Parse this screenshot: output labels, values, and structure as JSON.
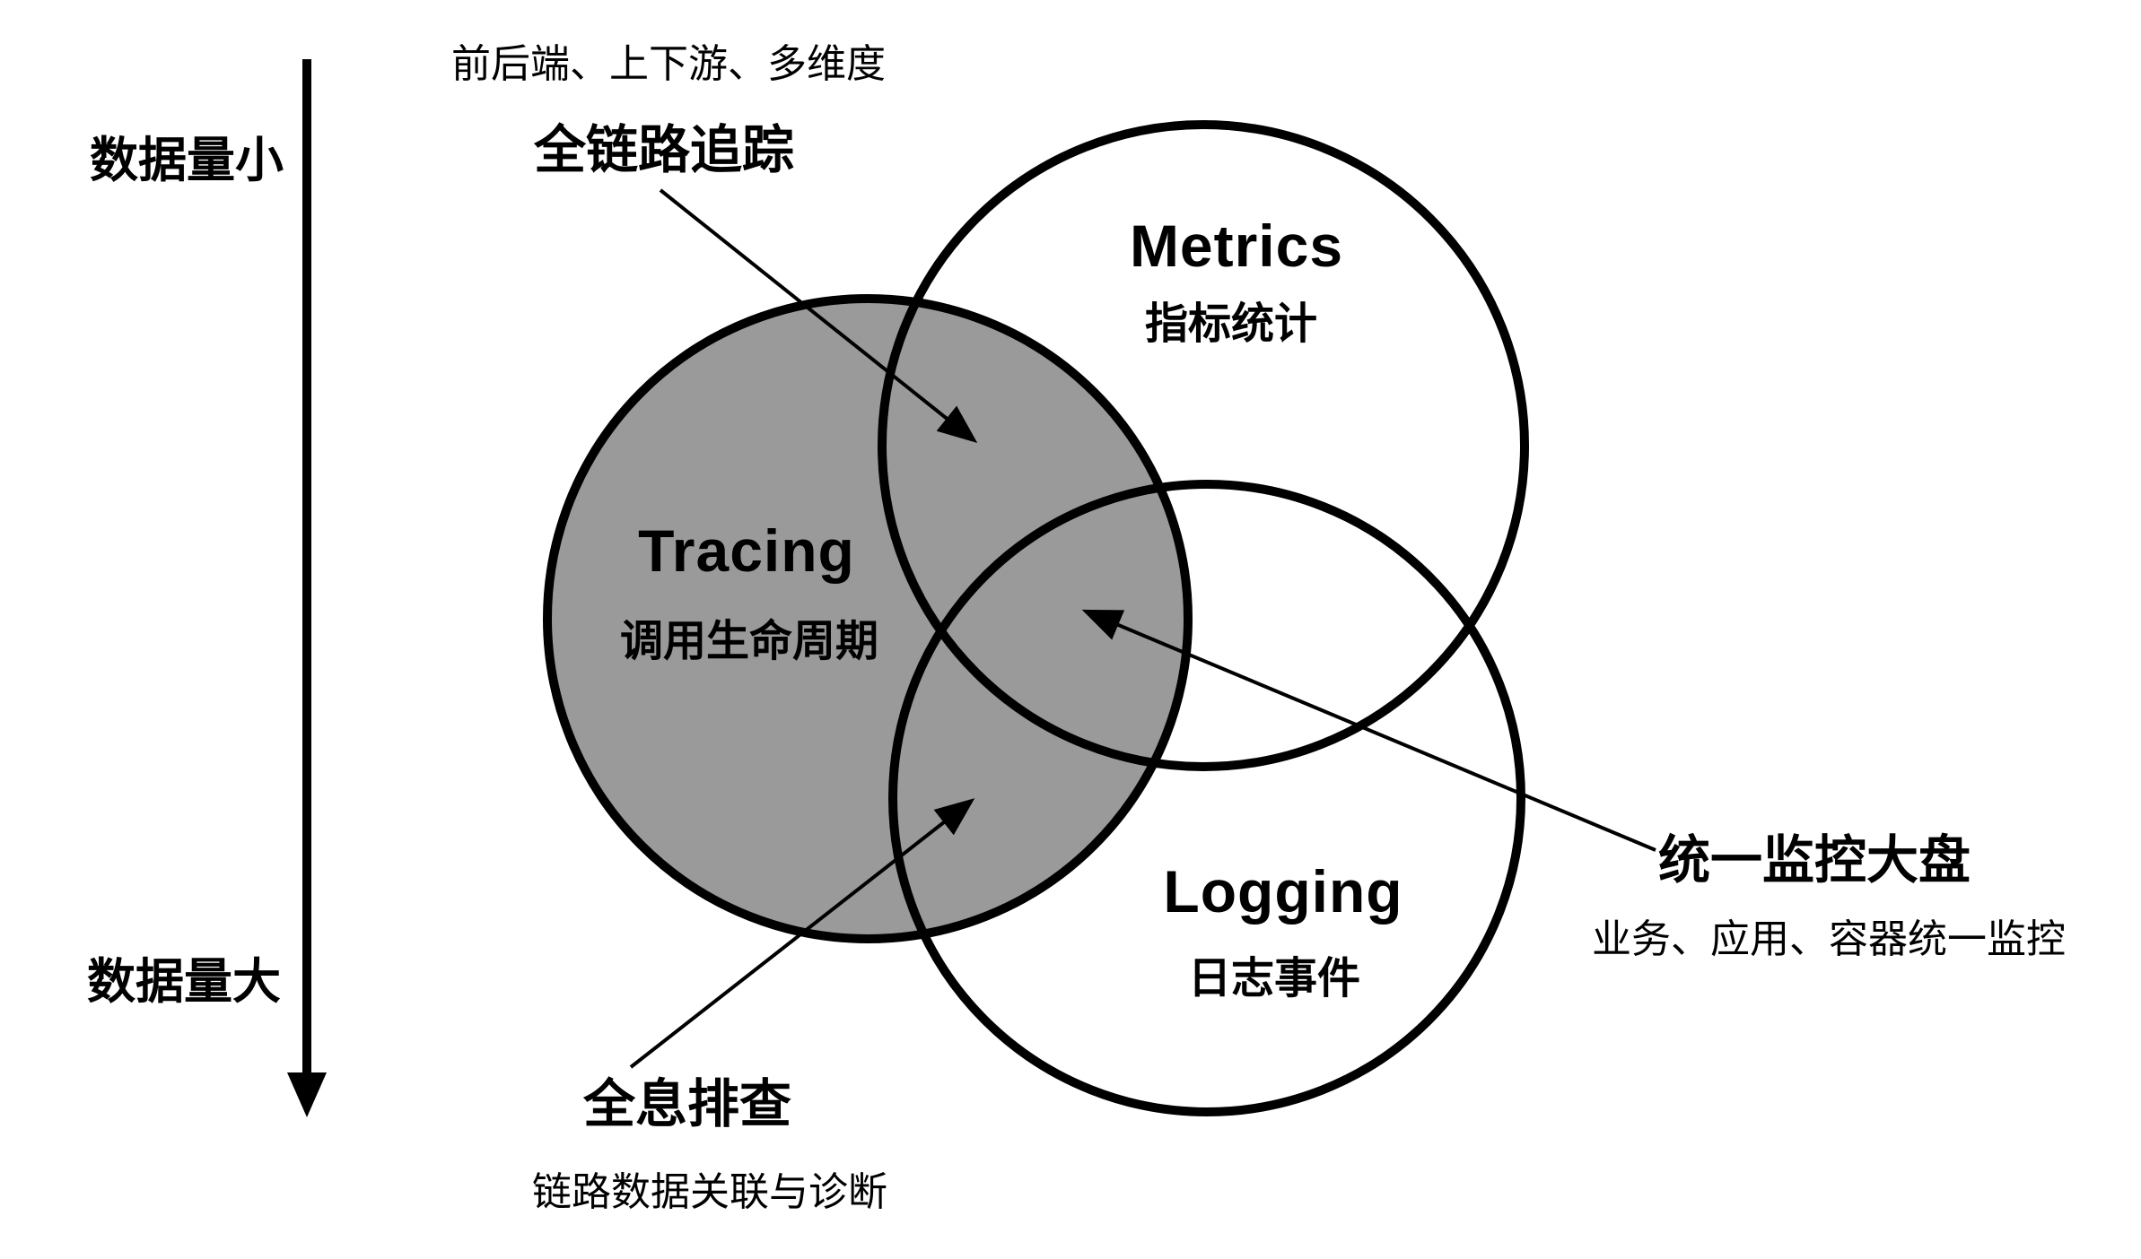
{
  "colors": {
    "background": "#ffffff",
    "stroke": "#000000",
    "text": "#000000",
    "tracing_fill": "#9a9a9a"
  },
  "axis": {
    "top_label": "数据量小",
    "bottom_label": "数据量大"
  },
  "circles": {
    "tracing": {
      "title": "Tracing",
      "subtitle": "调用生命周期"
    },
    "metrics": {
      "title": "Metrics",
      "subtitle": "指标统计"
    },
    "logging": {
      "title": "Logging",
      "subtitle": "日志事件"
    }
  },
  "callouts": {
    "top": {
      "note": "前后端、上下游、多维度",
      "title": "全链路追踪"
    },
    "right": {
      "title": "统一监控大盘",
      "note": "业务、应用、容器统一监控"
    },
    "bottom": {
      "title": "全息排查",
      "note": "链路数据关联与诊断"
    }
  }
}
